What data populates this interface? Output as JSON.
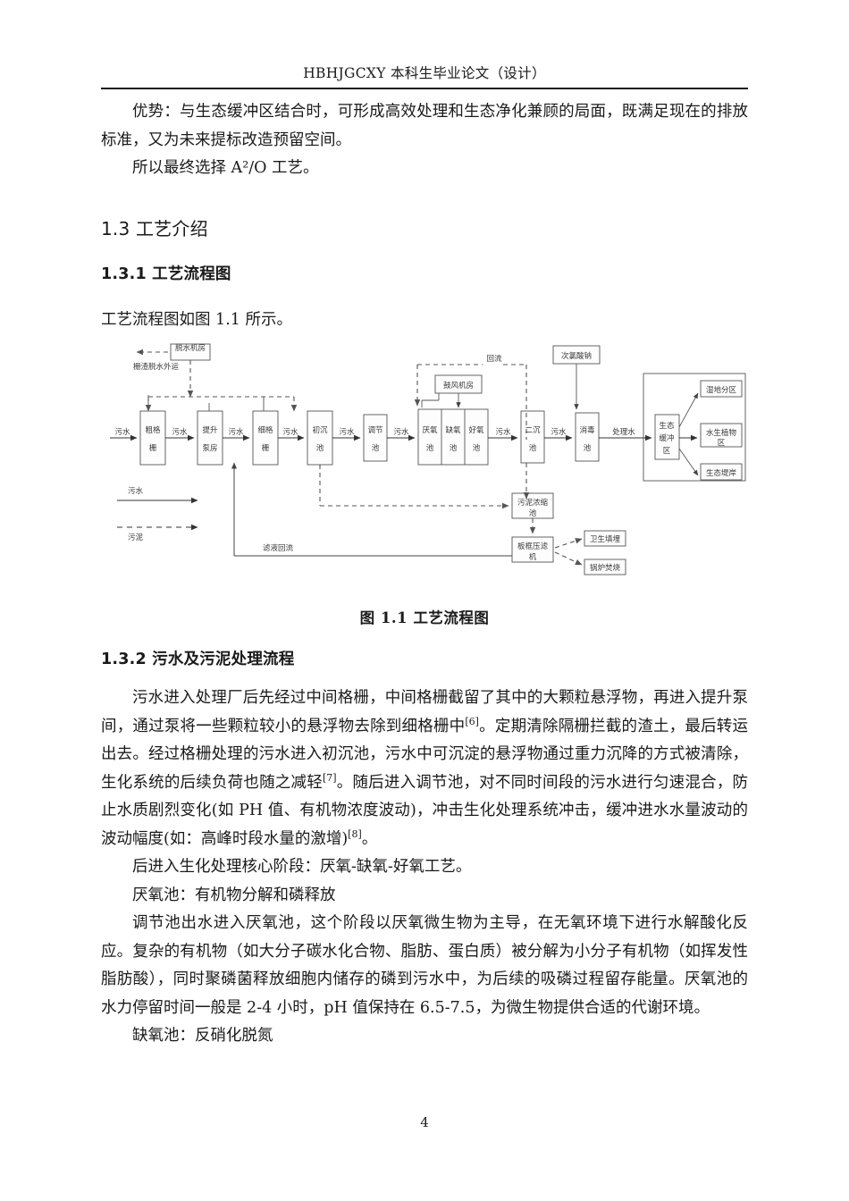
{
  "header": {
    "title": "HBHJGCXY 本科生毕业论文（设计）"
  },
  "body": {
    "para_advantage": "优势：与生态缓冲区结合时，可形成高效处理和生态净化兼顾的局面，既满足现在的排放标准，又为未来提标改造预留空间。",
    "para_choice": "所以最终选择 A²/O 工艺。",
    "heading_1_3": "1.3  工艺介绍",
    "heading_1_3_1": "1.3.1  工艺流程图",
    "para_figref": "工艺流程图如图 1.1 所示。",
    "figure_caption": "图 1.1  工艺流程图",
    "heading_1_3_2": "1.3.2  污水及污泥处理流程",
    "para_p1_a": "污水进入处理厂后先经过中间格栅，中间格栅截留了其中的大颗粒悬浮物，再进入提升泵间，通过泵将一些颗粒较小的悬浮物去除到细格栅中",
    "para_p1_ref1": "[6]",
    "para_p1_b": "。定期清除隔栅拦截的渣土，最后转运出去。经过格栅处理的污水进入初沉池，污水中可沉淀的悬浮物通过重力沉降的方式被清除，生化系统的后续负荷也随之减轻",
    "para_p1_ref2": "[7]",
    "para_p1_c": "。随后进入调节池，对不同时间段的污水进行匀速混合，防止水质剧烈变化(如 PH 值、有机物浓度波动)，冲击生化处理系统冲击，缓冲进水水量波动的波动幅度(如：高峰时段水量的激增)",
    "para_p1_ref3": "[8]",
    "para_p1_d": "。",
    "para_p2": "后进入生化处理核心阶段：厌氧-缺氧-好氧工艺。",
    "para_p3": "厌氧池：有机物分解和磷释放",
    "para_p4": "调节池出水进入厌氧池，这个阶段以厌氧微生物为主导，在无氧环境下进行水解酸化反应。复杂的有机物（如大分子碳水化合物、脂肪、蛋白质）被分解为小分子有机物（如挥发性脂肪酸），同时聚磷菌释放细胞内储存的磷到污水中，为后续的吸磷过程留存能量。厌氧池的水力停留时间一般是 2-4 小时，pH 值保持在 6.5-7.5，为微生物提供合适的代谢环境。",
    "para_p5": "缺氧池：反硝化脱氮"
  },
  "page_number": "4",
  "diagram": {
    "title": "工艺流程图",
    "nodes": {
      "dewater_room": "脱水机房",
      "coarse_screen": "粗格栅",
      "pump_station": "提升泵房",
      "fine_screen": "细格栅",
      "primary_tank": "初沉池",
      "equalization_tank": "调节池",
      "anaerobic_tank": "厌氧池",
      "anoxic_tank": "缺氧池",
      "aerobic_tank": "好氧池",
      "secondary_tank": "二沉池",
      "disinfection_tank": "消毒池",
      "blower_room": "鼓风机房",
      "naclo": "次氯酸钠",
      "eco_buffer": "生态缓冲区",
      "wetland_zone": "湿地分区",
      "aquatic_plant_zone": "水生植物区",
      "eco_bank": "生态堤岸",
      "sludge_thickener": "污泥浓缩池",
      "filter_press": "板框压滤机",
      "landfill": "卫生填埋",
      "incineration": "锅炉焚烧"
    },
    "edge_labels": {
      "sewage": "污水",
      "treated_water": "处理水",
      "reflux": "回流",
      "screen_residue": "栅渣脱水外运",
      "filtrate_return": "滤液回流"
    },
    "legend": {
      "sewage": "污水",
      "sludge": "污泥"
    }
  }
}
